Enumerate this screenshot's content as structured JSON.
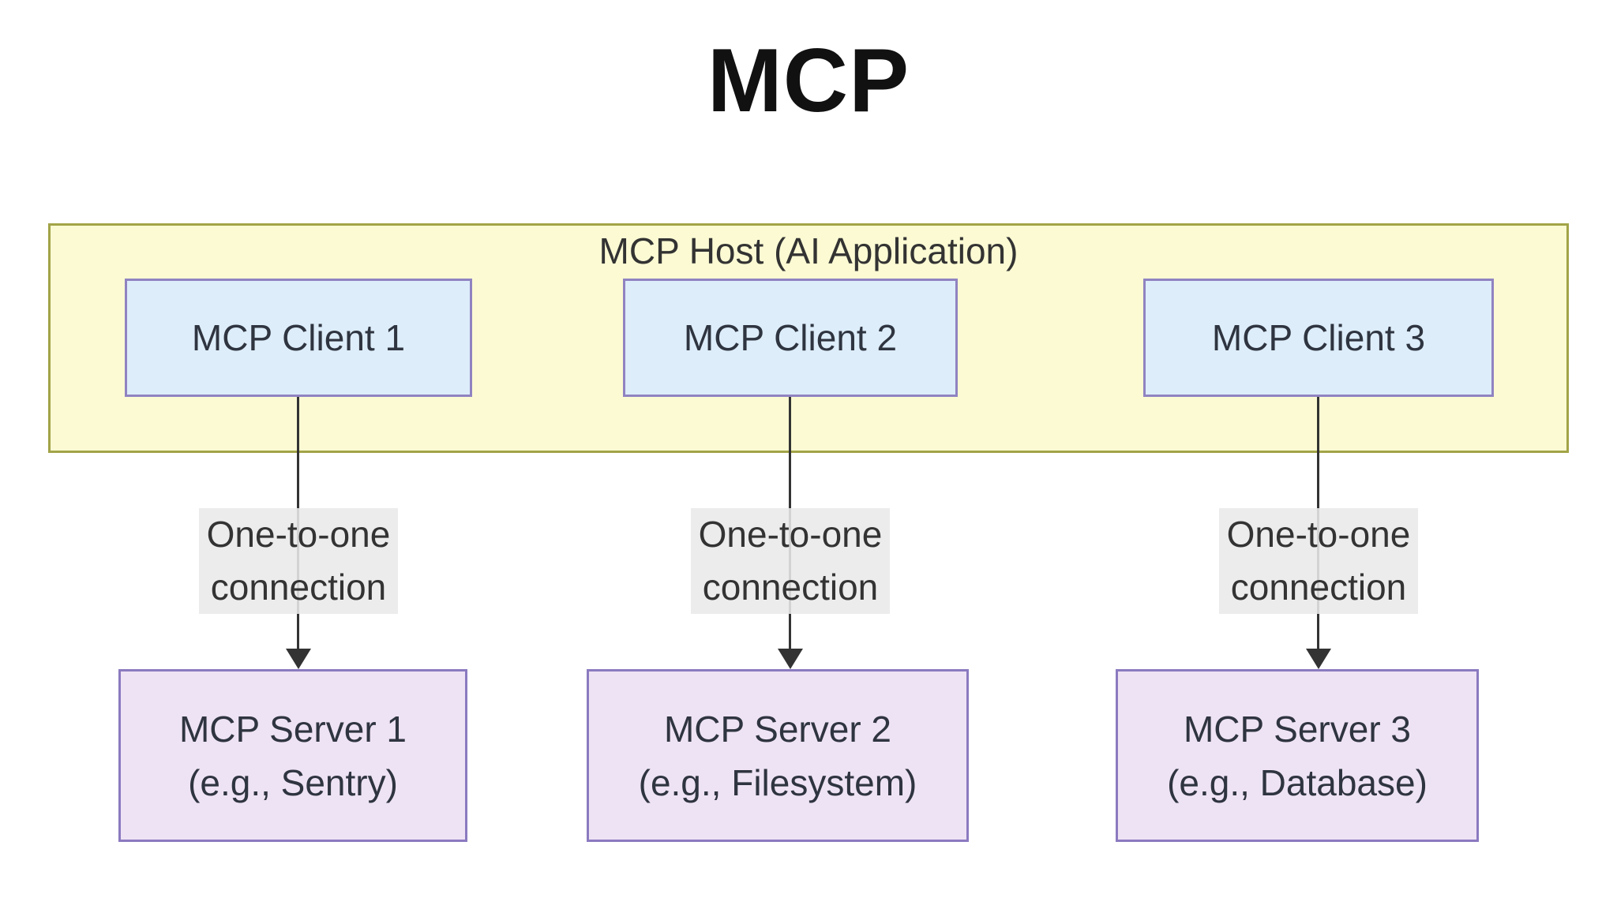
{
  "title": "MCP",
  "host": {
    "label": "MCP Host (AI Application)"
  },
  "clients": [
    {
      "label": "MCP Client 1"
    },
    {
      "label": "MCP Client 2"
    },
    {
      "label": "MCP Client 3"
    }
  ],
  "connections": [
    {
      "lines": [
        "One-to-one",
        "connection"
      ]
    },
    {
      "lines": [
        "One-to-one",
        "connection"
      ]
    },
    {
      "lines": [
        "One-to-one",
        "connection"
      ]
    }
  ],
  "servers": [
    {
      "name": "MCP Server 1",
      "example": "(e.g., Sentry)"
    },
    {
      "name": "MCP Server 2",
      "example": "(e.g., Filesystem)"
    },
    {
      "name": "MCP Server 3",
      "example": "(e.g., Database)"
    }
  ],
  "colors": {
    "background": "#ffffff",
    "title_text": "#111111",
    "host_fill": "#fbfad3",
    "host_border": "#a2a347",
    "client_fill": "#ddedfa",
    "client_border": "#9083c1",
    "server_fill": "#eee3f4",
    "server_border": "#8b7ac0",
    "connection_label_bg": "#e9e9e9",
    "arrow_line": "#333333",
    "node_text": "#2f3540"
  }
}
